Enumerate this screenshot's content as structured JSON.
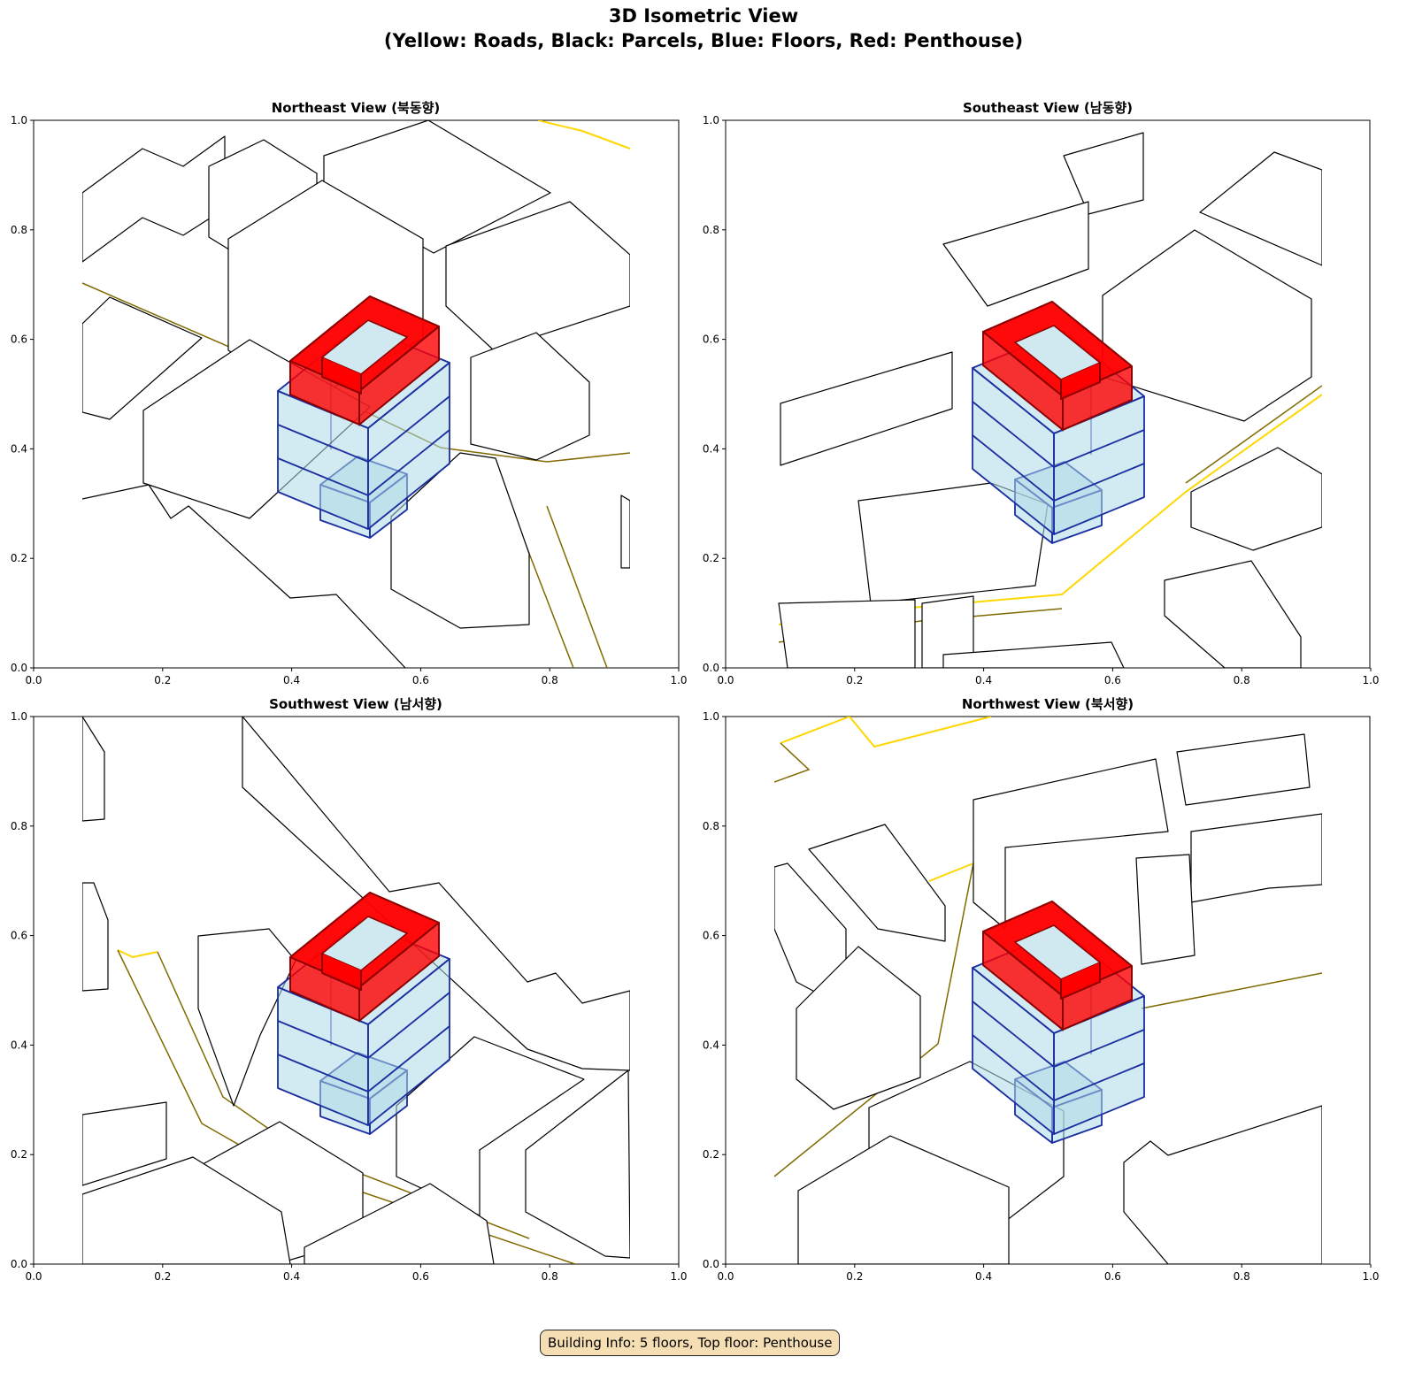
{
  "figure": {
    "title_line1": "3D Isometric View",
    "title_line2": "(Yellow: Roads, Black: Parcels, Blue: Floors, Red: Penthouse)",
    "footer": "Building Info: 5 floors, Top floor: Penthouse"
  },
  "panels": [
    {
      "title": "Northeast View (북동향)"
    },
    {
      "title": "Southeast View (남동향)"
    },
    {
      "title": "Southwest View (남서향)"
    },
    {
      "title": "Northwest View (북서향)"
    }
  ],
  "axes": {
    "xticks": [
      "0.0",
      "0.2",
      "0.4",
      "0.6",
      "0.8",
      "1.0"
    ],
    "yticks": [
      "0.0",
      "0.2",
      "0.4",
      "0.6",
      "0.8",
      "1.0"
    ]
  },
  "colors": {
    "roads": "#ffd700",
    "parcels": "#000000",
    "floors": "#add8e6",
    "penthouse": "#ff0000"
  }
}
